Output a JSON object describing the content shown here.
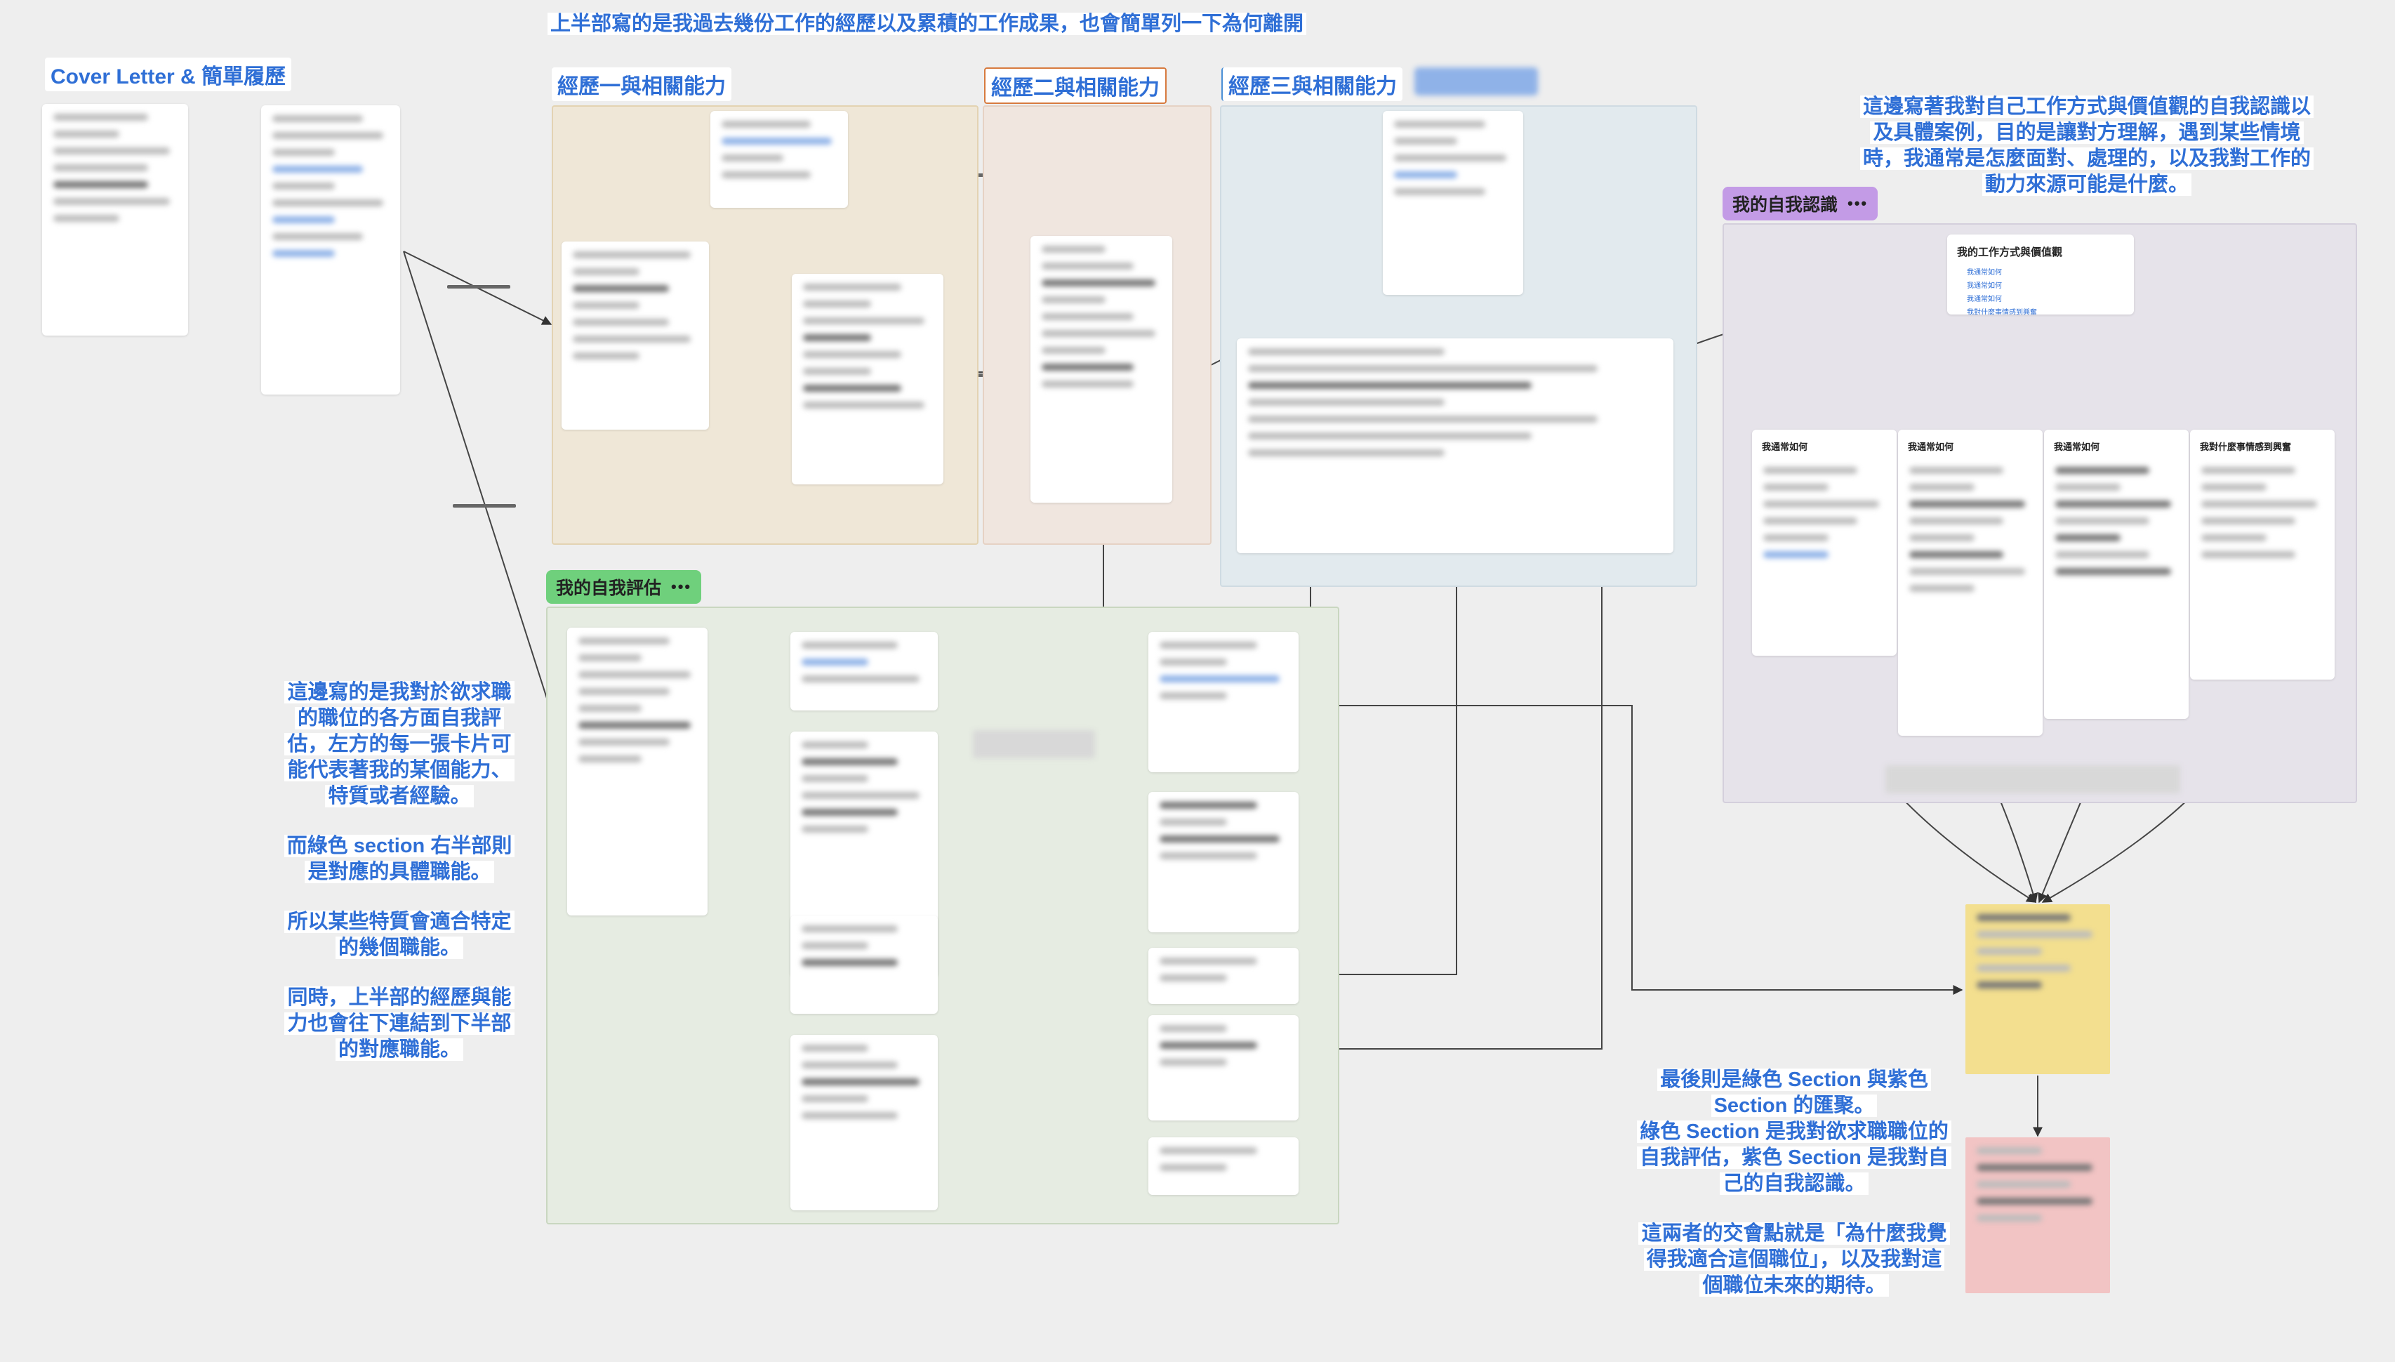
{
  "header": {
    "top_annotation": "上半部寫的是我過去幾份工作的經歷以及累積的工作成果，也會簡單列一下為何離開"
  },
  "cover": {
    "title": "Cover Letter & 簡單履歷"
  },
  "sections": {
    "exp1": {
      "label": "經歷一與相關能力",
      "color": "#e8a33c"
    },
    "exp2": {
      "label": "經歷二與相關能力",
      "color": "#d77a3e"
    },
    "exp3": {
      "label": "經歷三與相關能力",
      "color": "#4a8fd6"
    },
    "self_eval": {
      "label": "我的自我評估",
      "dots": "•••",
      "color": "#5bc36a"
    },
    "self_aware": {
      "label": "我的自我認識",
      "dots": "•••",
      "color": "#b57cde"
    }
  },
  "purple": {
    "main_card_title": "我的工作方式與價值觀",
    "main_card_items": [
      "我通常如何",
      "我通常如何",
      "我通常如何",
      "我對什麼事情感到興奮"
    ],
    "cards": [
      {
        "title": "我通常如何"
      },
      {
        "title": "我通常如何"
      },
      {
        "title": "我通常如何"
      },
      {
        "title": "我對什麼事情感到興奮"
      }
    ]
  },
  "annotations": {
    "left": [
      "這邊寫的是我對於欲求職的職位的各方面自我評估，左方的每一張卡片可能代表著我的某個能力、特質或者經驗。",
      "而綠色 section 右半部則是對應的具體職能。",
      "所以某些特質會適合特定的幾個職能。",
      "同時，上半部的經歷與能力也會往下連結到下半部的對應職能。"
    ],
    "right_top": "這邊寫著我對自己工作方式與價值觀的自我認識以及具體案例，目的是讓對方理解，遇到某些情境時，我通常是怎麼面對、處理的，以及我對工作的動力來源可能是什麼。",
    "bottom_right": [
      "最後則是綠色 Section 與紫色 Section 的匯聚。",
      "綠色 Section 是我對欲求職職位的自我評估，紫色 Section 是我對自己的自我認識。",
      "這兩者的交會點就是「為什麼我覺得我適合這個職位」，以及我對這個職位未來的期待。"
    ]
  },
  "colors": {
    "canvas": "#eeeeee",
    "annotation_blue": "#2f6fd6",
    "sticky_yellow": "#f3df8f",
    "sticky_pink": "#f2c4c4"
  }
}
